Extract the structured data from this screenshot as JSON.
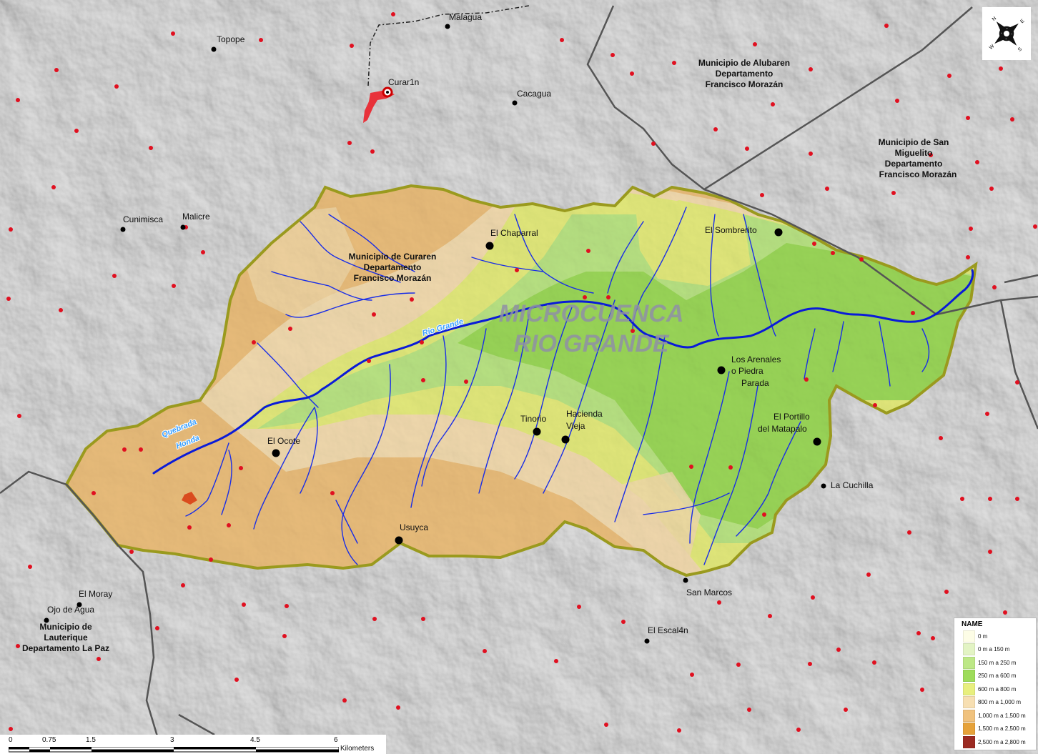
{
  "title": [
    "MICROCUENCA",
    "RIO GRANDE"
  ],
  "rivers": [
    "Rio Grande",
    "Quebrada",
    "Honda"
  ],
  "places": [
    {
      "id": "malagua",
      "name": "Malagua"
    },
    {
      "id": "topope",
      "name": "Topope"
    },
    {
      "id": "curar1n",
      "name": "Curar1n"
    },
    {
      "id": "cacagua",
      "name": "Cacagua"
    },
    {
      "id": "cunimisca",
      "name": "Cunimisca"
    },
    {
      "id": "malicre",
      "name": "Malicre"
    },
    {
      "id": "el-chaparral",
      "name": "El Chaparral"
    },
    {
      "id": "el-sombrerito",
      "name": "El Sombrerito"
    },
    {
      "id": "los-arenales",
      "name": "Los Arenales"
    },
    {
      "id": "piedra-parada",
      "name": "o Piedra"
    },
    {
      "id": "parada",
      "name": "Parada"
    },
    {
      "id": "el-portillo",
      "name": "El Portillo"
    },
    {
      "id": "del-matapalo",
      "name": "del Matapalo"
    },
    {
      "id": "la-cuchilla",
      "name": "La Cuchilla"
    },
    {
      "id": "tinorio",
      "name": "Tinorio"
    },
    {
      "id": "hacienda",
      "name": "Hacienda"
    },
    {
      "id": "vieja",
      "name": "Vieja"
    },
    {
      "id": "el-ocote",
      "name": "El Ocote"
    },
    {
      "id": "usuyca",
      "name": "Usuyca"
    },
    {
      "id": "san-marcos",
      "name": "San Marcos"
    },
    {
      "id": "el-escal4n",
      "name": "El Escal4n"
    },
    {
      "id": "el-moray",
      "name": "El Moray"
    },
    {
      "id": "ojo-de-agua",
      "name": "Ojo de Agua"
    }
  ],
  "municipalities": [
    {
      "id": "alubaren",
      "lines": [
        "Municipio de Alubaren",
        "Departamento",
        "Francisco Morazán"
      ]
    },
    {
      "id": "san-miguelito",
      "lines": [
        "Municipio de San",
        "Miguelito",
        "Departamento",
        "Francisco Morazán"
      ]
    },
    {
      "id": "curaren",
      "lines": [
        "Municipio de Curaren",
        "Departamento",
        "Francisco Morazán"
      ]
    },
    {
      "id": "lauterique",
      "lines": [
        "Municipio de",
        "Lauterique",
        "Departamento La Paz"
      ]
    }
  ],
  "legend": {
    "title": "NAME",
    "items": [
      {
        "label": "0 m",
        "color": "#fdfde6"
      },
      {
        "label": "0 m a 150 m",
        "color": "#e3f4c4"
      },
      {
        "label": "150 m a 250 m",
        "color": "#bde886"
      },
      {
        "label": "250 m a 600 m",
        "color": "#9edc5a"
      },
      {
        "label": "600 m a 800 m",
        "color": "#e8ef7e"
      },
      {
        "label": "800 m a 1,000 m",
        "color": "#f7dfb2"
      },
      {
        "label": "1,000 m a 1,500 m",
        "color": "#f0c27e"
      },
      {
        "label": "1,500 m a 2,500 m",
        "color": "#e6a23a"
      },
      {
        "label": "2,500 m a 2,800 m",
        "color": "#9b2a22"
      }
    ]
  },
  "scalebar": {
    "ticks": [
      "0",
      "0.75",
      "1.5",
      "3",
      "4.5",
      "6"
    ],
    "unit": "Kilometers"
  },
  "compass": {
    "n": "N",
    "e": "E",
    "s": "S",
    "w": "W"
  }
}
